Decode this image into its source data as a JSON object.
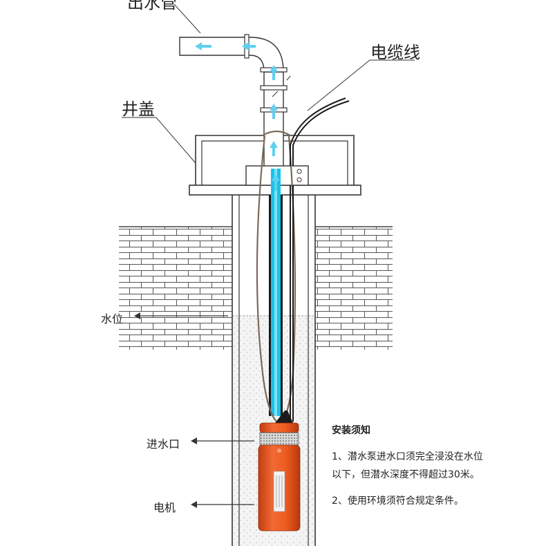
{
  "labels": {
    "outlet_pipe": "出水管",
    "cable": "电缆线",
    "well_cover": "井盖",
    "water_level": "水位",
    "water_inlet": "进水口",
    "motor": "电机"
  },
  "notes": {
    "title": "安装须知",
    "item1_line1": "1、潜水泵进水口须完全浸没在水位",
    "item1_line2": "以下，但潜水深度不得超过30米。",
    "item2": "2、使用环境须符合规定条件。"
  },
  "colors": {
    "water_tube": "#19c2e8",
    "flow_arrow": "#5fd0f0",
    "pump_body": "#e8541d",
    "outline": "#333333"
  }
}
